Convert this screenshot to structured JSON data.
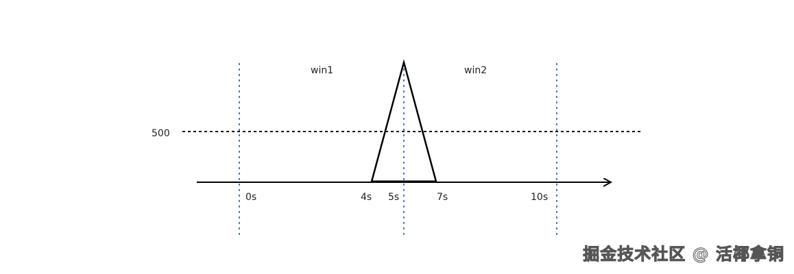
{
  "diagram": {
    "window_labels": [
      "win1",
      "win2"
    ],
    "threshold_label": "500",
    "time_ticks": [
      "0s",
      "4s",
      "5s",
      "7s",
      "10s"
    ],
    "colors": {
      "window_boundary": "#4a7bbf",
      "axis": "#000000",
      "threshold": "#000000"
    }
  },
  "watermark": "掘金技术社区 @ 活椰拿铜"
}
